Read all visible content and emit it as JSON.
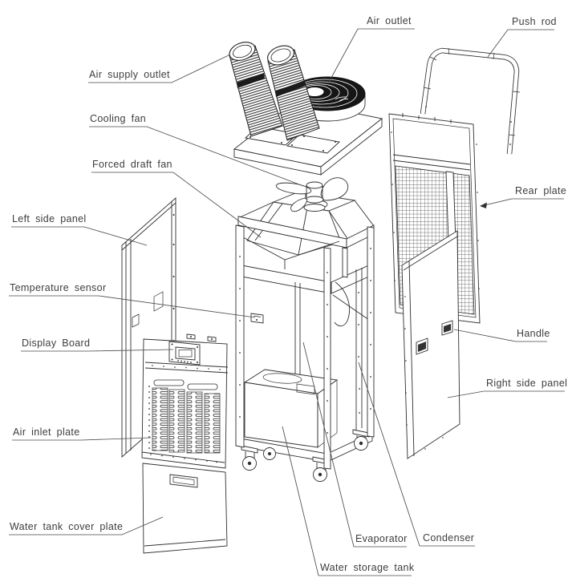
{
  "diagram_labels": {
    "air_supply_outlet": "Air supply outlet",
    "air_outlet": "Air outlet",
    "push_rod": "Push rod",
    "cooling_fan": "Cooling fan",
    "forced_draft_fan": "Forced draft fan",
    "rear_plate": "Rear plate",
    "left_side_panel": "Left side panel",
    "temperature_sensor": "Temperature sensor",
    "display_board": "Display Board",
    "handle": "Handle",
    "air_inlet_plate": "Air inlet plate",
    "right_side_panel": "Right side panel",
    "water_tank_cover_plate": "Water tank cover plate",
    "evaporator": "Evaporator",
    "condenser": "Condenser",
    "water_storage_tank": "Water storage tank"
  },
  "colors": {
    "background": "#ffffff",
    "line_art": "#2f2f2f",
    "label_text": "#3d3d3d",
    "leader_line": "#4a4a4a"
  }
}
